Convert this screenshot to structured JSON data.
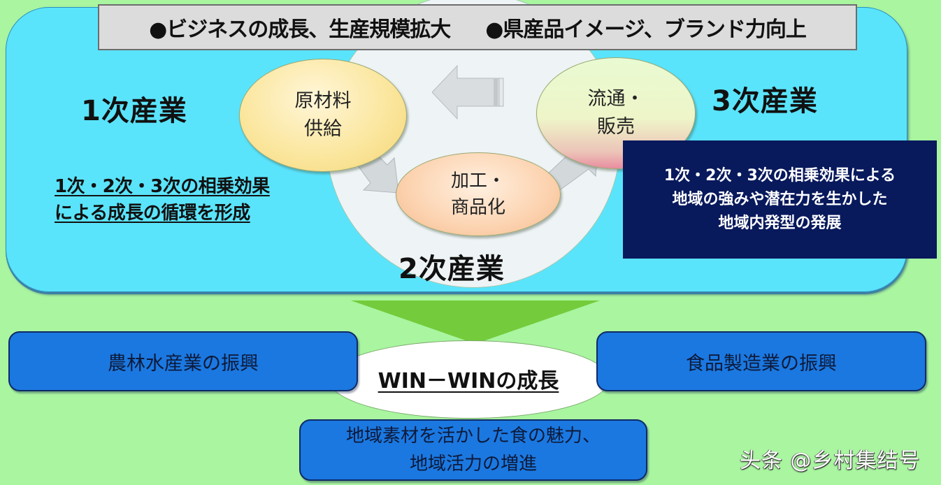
{
  "banner": {
    "items": [
      "●ビジネスの成長、生産規模拡大",
      "●県産品イメージ、ブランド力向上"
    ]
  },
  "industries": {
    "primary": "1次産業",
    "secondary": "2次産業",
    "tertiary": "3次産業"
  },
  "cycle": {
    "raw_material": [
      "原材料",
      "供給"
    ],
    "distribution": [
      "流通・",
      "販売"
    ],
    "processing": [
      "加工・",
      "商品化"
    ]
  },
  "synergy_left": {
    "lines": [
      "1次・2次・3次の相乗効果",
      "による成長の循環を形成"
    ]
  },
  "synergy_right": {
    "lines": [
      "1次・2次・3次の相乗効果による",
      "地域の強みや潜在力を生かした",
      "地域内発型の発展"
    ]
  },
  "outcomes": {
    "agriculture": "農林水産業の振興",
    "food_manufacturing": "食品製造業の振興",
    "win_win": "WIN－WINの成長",
    "local": [
      "地域素材を活かした食の魅力、",
      "地域活力の増進"
    ]
  },
  "watermark": "头条 @乡村集结号",
  "colors": {
    "background": "#a9f5a0",
    "panel": "#5ae4fc",
    "navy": "#08195c",
    "blue_box": "#1b78e0",
    "triangle": "#74cc3c"
  }
}
